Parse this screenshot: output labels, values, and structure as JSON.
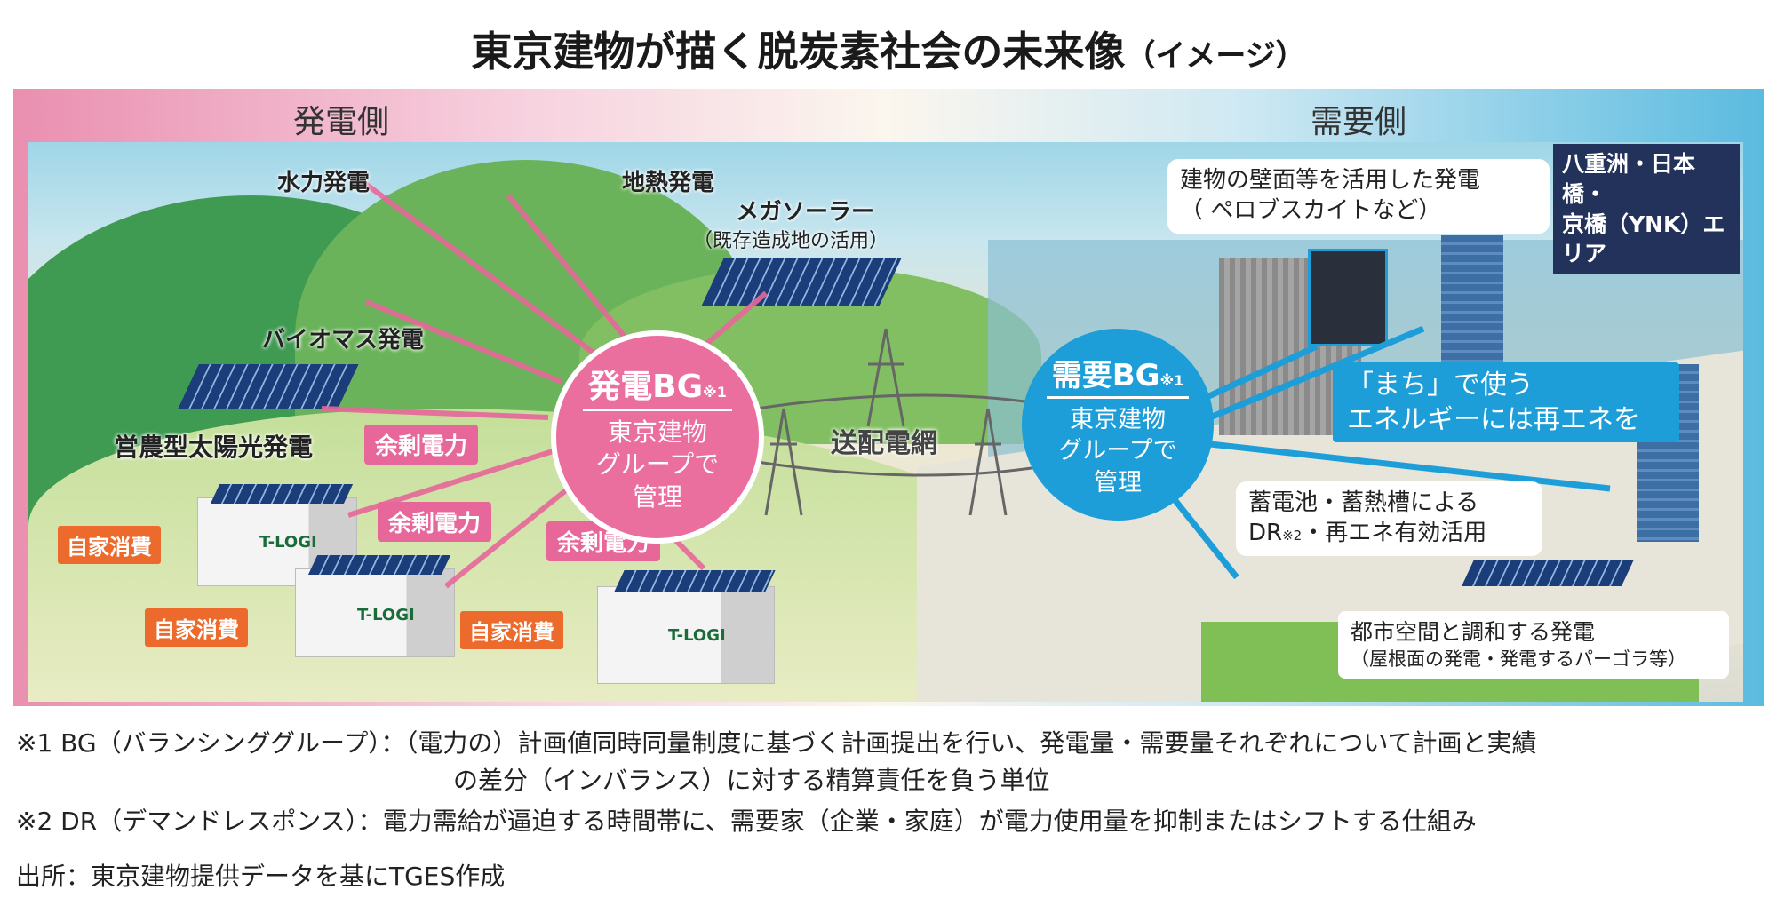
{
  "title": "東京建物が描く脱炭素社会の未来像",
  "title_suffix": "（イメージ）",
  "sides": {
    "supply": "発電側",
    "demand": "需要側"
  },
  "supply_labels": {
    "hydro": "水力発電",
    "geothermal": "地熱発電",
    "mega_solar": "メガソーラー",
    "mega_solar_note": "（既存造成地の活用）",
    "biomass": "バイオマス発電",
    "agri_solar": "営農型太陽光発電"
  },
  "surplus_label": "余剰電力",
  "self_consumption_label": "自家消費",
  "warehouse_logo": "T-LOGI",
  "supply_bg": {
    "title": "発電BG",
    "mark": "※1",
    "lines": [
      "東京建物",
      "グループで",
      "管理"
    ]
  },
  "grid_label": "送配電網",
  "demand_bg": {
    "title": "需要BG",
    "mark": "※1",
    "lines": [
      "東京建物",
      "グループで",
      "管理"
    ]
  },
  "demand_labels": {
    "wall": [
      "建物の壁面等を活用した発電",
      "（ ペロブスカイトなど）"
    ],
    "area": [
      "八重洲・日本橋・",
      "京橋（YNK）エリア"
    ],
    "town": [
      "「まち」で使う",
      "エネルギーには再エネを"
    ],
    "storage_1": "蓄電池・蓄熱槽による",
    "storage_2_pre": "DR",
    "storage_2_mark": "※2",
    "storage_2_post": "・再エネ有効活用",
    "urban": [
      "都市空間と調和する発電",
      "（屋根面の発電・発電するパーゴラ等）"
    ]
  },
  "notes": [
    "※1 BG（バランシンググループ）：（電力の）計画値同時同量制度に基づく計画提出を行い、発電量・需要量それぞれについて計画と実績",
    "の差分（インバランス）に対する精算責任を負う単位",
    "※2 DR（デマンドレスポンス）：電力需給が逼迫する時間帯に、需要家（企業・家庭）が電力使用量を抑制またはシフトする仕組み"
  ],
  "source": "出所：東京建物提供データを基にTGES作成",
  "colors": {
    "supply": "#e7679a",
    "demand": "#1d9ed8",
    "self": "#ec6a2c",
    "navy": "#23325a"
  }
}
